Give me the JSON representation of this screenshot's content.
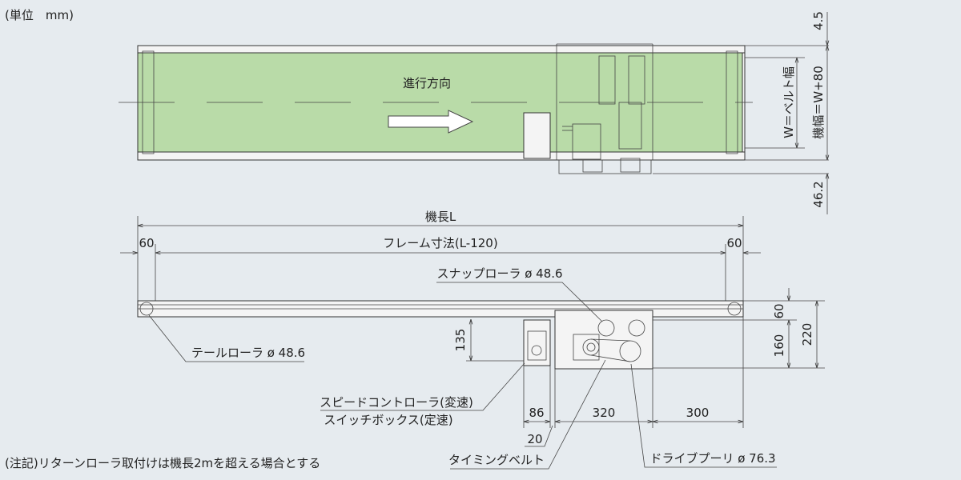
{
  "unit_label": "(単位　mm)",
  "top_view": {
    "direction_label": "進行方向",
    "dim_top": "4.5",
    "dim_belt_width": "W＝ベルト幅",
    "dim_machine_width": "機幅＝W+80",
    "dim_bottom": "46.2",
    "belt_color": "#b9dba8"
  },
  "front_view": {
    "machine_length": "機長L",
    "frame_length": "フレーム寸法(L-120)",
    "left_end": "60",
    "right_end": "60",
    "snap_roller": "スナップローラ ø 48.6",
    "tail_roller": "テールローラ ø 48.6",
    "dim_135": "135",
    "dim_60": "60",
    "dim_160": "160",
    "dim_220": "220",
    "controller_line1": "スピードコントローラ(変速)",
    "controller_line2": "スイッチボックス(定速)",
    "dim_86": "86",
    "dim_320": "320",
    "dim_300": "300",
    "dim_20": "20",
    "timing_belt": "タイミングベルト",
    "drive_pulley": "ドライブプーリ ø 76.3"
  },
  "note": "(注記)リターンローラ取付けは機長2mを超える場合とする"
}
